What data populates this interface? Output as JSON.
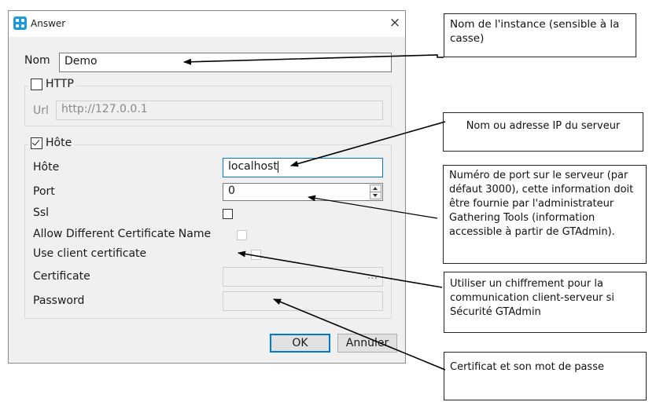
{
  "dialog": {
    "title": "Answer",
    "close_glyph": "×",
    "nom_label": "Nom",
    "nom_value": "Demo",
    "http": {
      "legend": "HTTP",
      "checked": false,
      "url_label": "Url",
      "url_value": "http://127.0.0.1"
    },
    "hote_group": {
      "legend": "Hôte",
      "checked": true,
      "host_label": "Hôte",
      "host_value": "localhost",
      "port_label": "Port",
      "port_value": "0",
      "ssl_label": "Ssl",
      "allow_cert_label": "Allow Different Certificate Name",
      "use_client_cert_label": "Use client certificate",
      "certificate_label": "Certificate",
      "certificate_value": "...",
      "password_label": "Password"
    },
    "ok_label": "OK",
    "cancel_label": "Annuler"
  },
  "callouts": {
    "instance": "Nom de l'instance (sensible à la casse)",
    "server": "Nom ou adresse IP du serveur",
    "port": "Numéro de port sur le serveur (par défaut 3000), cette information doit être fournie par l'administrateur  Gathering Tools (information accessible à  partir de GTAdmin).",
    "encryption": "Utiliser un chiffrement pour la communication client-serveur si Sécurité GTAdmin",
    "certificate": "Certificat et son mot de passe"
  },
  "colors": {
    "accent": "#0078d7",
    "app_icon": "#1e9bd7",
    "dialog_bg": "#f0f0f0"
  },
  "icons": [
    "app-icon",
    "close-icon",
    "spinner-up-icon",
    "spinner-down-icon"
  ]
}
